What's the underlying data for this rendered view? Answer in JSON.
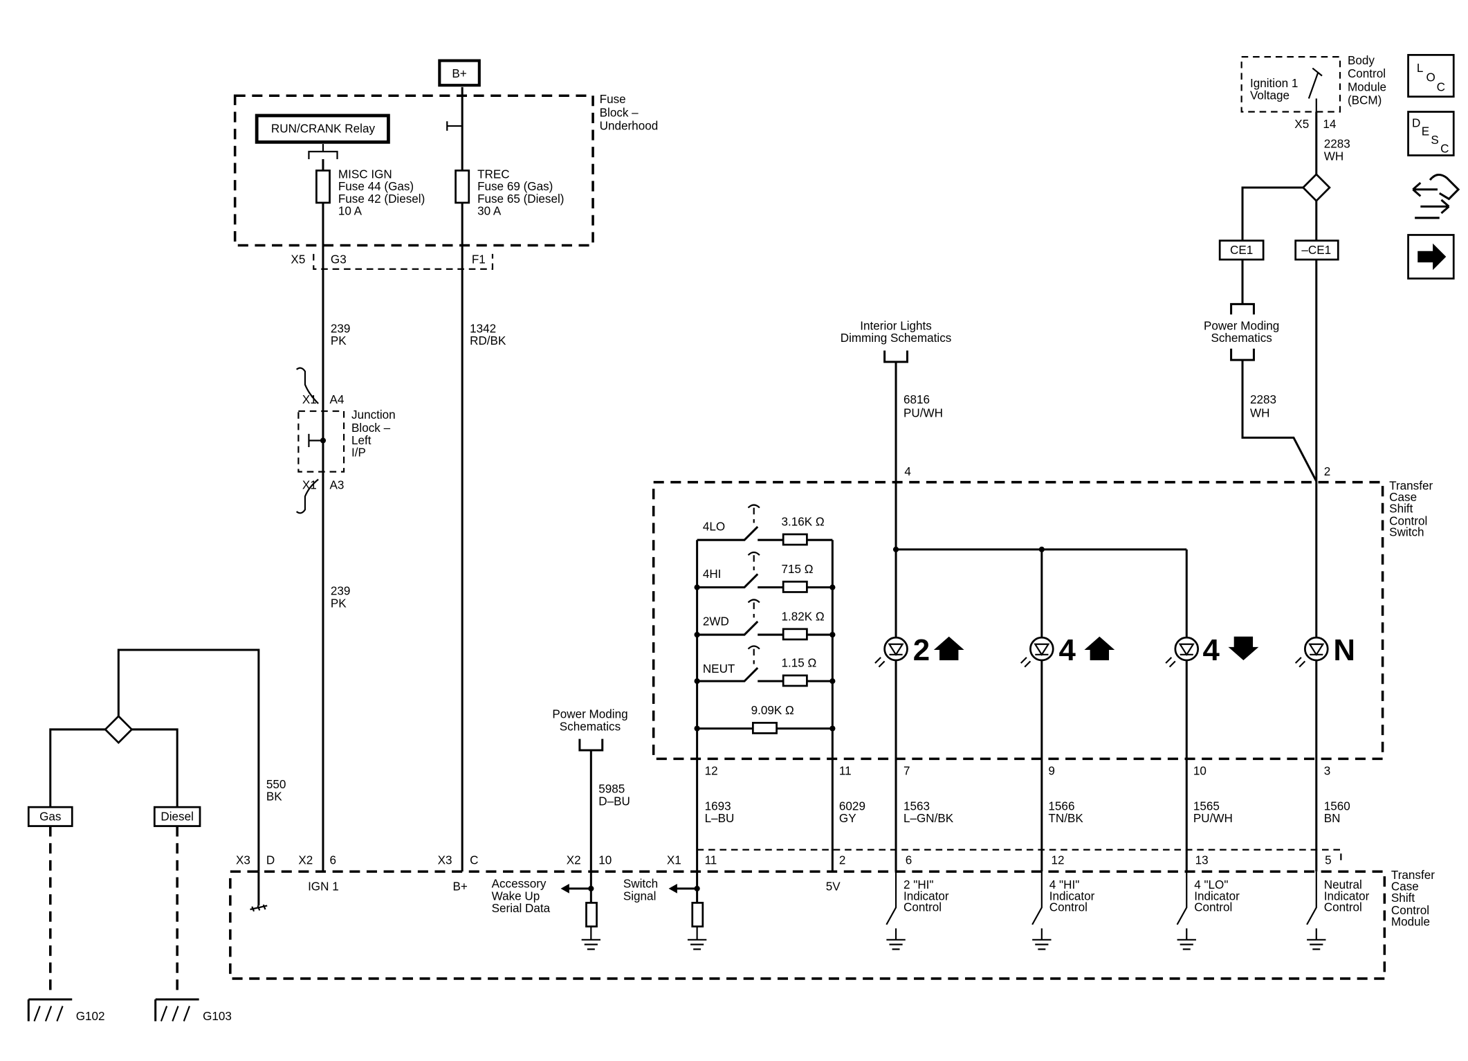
{
  "labels": {
    "bplus_top": "B+",
    "fuse_block": [
      "Fuse",
      "Block –",
      "Underhood"
    ],
    "relay": "RUN/CRANK Relay",
    "misc_ign": [
      "MISC IGN",
      "Fuse 44 (Gas)",
      "Fuse 42 (Diesel)",
      "10 A"
    ],
    "trec": [
      "TREC",
      "Fuse 69 (Gas)",
      "Fuse 65 (Diesel)",
      "30 A"
    ],
    "x5_fuse": "X5",
    "pin_g3": "G3",
    "pin_f1": "F1",
    "wire_239_a": [
      "239",
      "PK"
    ],
    "wire_1342": [
      "1342",
      "RD/BK"
    ],
    "x1_a4": "X1",
    "pin_a4": "A4",
    "junction_block": [
      "Junction",
      "Block –",
      "Left",
      "I/P"
    ],
    "x1_a3": "X1",
    "pin_a3": "A3",
    "wire_239_b": [
      "239",
      "PK"
    ],
    "wire_550": [
      "550",
      "BK"
    ],
    "gas": "Gas",
    "diesel": "Diesel",
    "g102": "G102",
    "g103": "G103",
    "ignition_voltage": [
      "Ignition 1",
      "Voltage"
    ],
    "bcm": [
      "Body",
      "Control",
      "Module",
      "(BCM)"
    ],
    "x5_bcm": "X5",
    "pin_14": "14",
    "wire_2283_a": [
      "2283",
      "WH"
    ],
    "ce1": "CE1",
    "neg_ce1": "–CE1",
    "power_moding_top": [
      "Power Moding",
      "Schematics"
    ],
    "wire_2283_b": [
      "2283",
      "WH"
    ],
    "interior_lights": [
      "Interior Lights",
      "Dimming Schematics"
    ],
    "wire_6816": [
      "6816",
      "PU/WH"
    ],
    "switch_pin_4": "4",
    "switch_pin_2": "2",
    "tccs": [
      "Transfer",
      "Case",
      "Shift",
      "Control",
      "Switch"
    ],
    "sw_4lo": "4LO",
    "sw_4hi": "4HI",
    "sw_2wd": "2WD",
    "sw_neut": "NEUT",
    "r_316": "3.16K Ω",
    "r_715": "715 Ω",
    "r_182": "1.82K Ω",
    "r_115": "1.15 Ω",
    "r_909": "9.09K Ω",
    "ind_2hi": "2",
    "ind_4hi": "4",
    "ind_4lo": "4",
    "ind_n": "N",
    "sw_pin_12": "12",
    "sw_pin_11": "11",
    "sw_pin_7": "7",
    "sw_pin_9": "9",
    "sw_pin_10": "10",
    "sw_pin_3": "3",
    "wire_1693": [
      "1693",
      "L–BU"
    ],
    "wire_6029": [
      "6029",
      "GY"
    ],
    "wire_1563": [
      "1563",
      "L–GN/BK"
    ],
    "wire_1566": [
      "1566",
      "TN/BK"
    ],
    "wire_1565": [
      "1565",
      "PU/WH"
    ],
    "wire_1560": [
      "1560",
      "BN"
    ],
    "power_moding_mid": [
      "Power Moding",
      "Schematics"
    ],
    "wire_5985": [
      "5985",
      "D–BU"
    ],
    "mod_x3_d": "X3",
    "mod_pin_d": "D",
    "mod_x2_6": "X2",
    "mod_pin_6": "6",
    "mod_x3_c": "X3",
    "mod_pin_c": "C",
    "mod_x2_10": "X2",
    "mod_pin_10": "10",
    "mod_x1_11": "X1",
    "mod_pin_11": "11",
    "mod_pin_2": "2",
    "mod_pin_6b": "6",
    "mod_pin_12": "12",
    "mod_pin_13": "13",
    "mod_pin_5": "5",
    "ign_1": "IGN 1",
    "bplus_mod": "B+",
    "acc_wake": [
      "Accessory",
      "Wake Up",
      "Serial Data"
    ],
    "switch_signal": [
      "Switch",
      "Signal"
    ],
    "five_v": "5V",
    "ctrl_2hi": [
      "2 \"HI\"",
      "Indicator",
      "Control"
    ],
    "ctrl_4hi": [
      "4 \"HI\"",
      "Indicator",
      "Control"
    ],
    "ctrl_4lo": [
      "4 \"LO\"",
      "Indicator",
      "Control"
    ],
    "ctrl_neutral": [
      "Neutral",
      "Indicator",
      "Control"
    ],
    "tccm": [
      "Transfer",
      "Case",
      "Shift",
      "Control",
      "Module"
    ],
    "icon_loc": [
      "L",
      "O",
      "C"
    ],
    "icon_desc": [
      "D",
      "E",
      "S",
      "C"
    ]
  }
}
